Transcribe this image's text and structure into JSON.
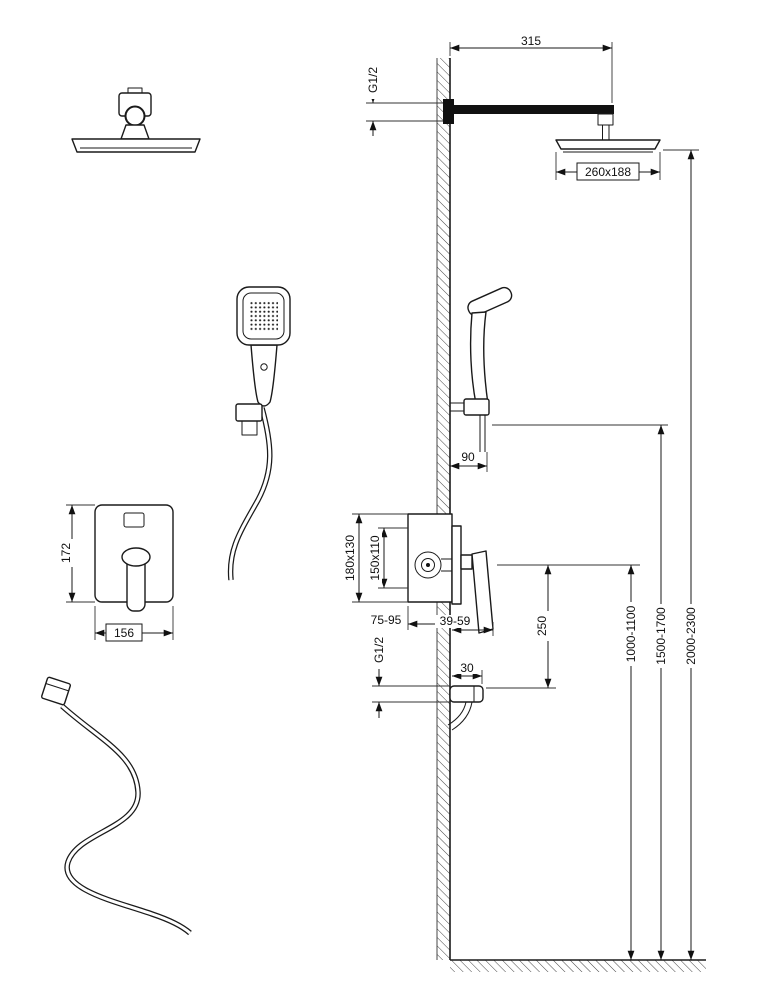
{
  "drawing": {
    "dims": {
      "arm_length": "315",
      "arm_thread": "G1/2",
      "head_size": "260x188",
      "handshower_offset": "90",
      "box_outer": "180x130",
      "box_trim": "150x110",
      "box_depth": "75-95",
      "handle_protrusion": "39-59",
      "outlet_drop": "250",
      "outlet_thread": "G1/2",
      "outlet_protrusion": "30",
      "height_mixer": "1000-1100",
      "height_handshower": "1500-1700",
      "height_head": "2000-2300",
      "plate_height": "172",
      "plate_width": "156"
    }
  }
}
